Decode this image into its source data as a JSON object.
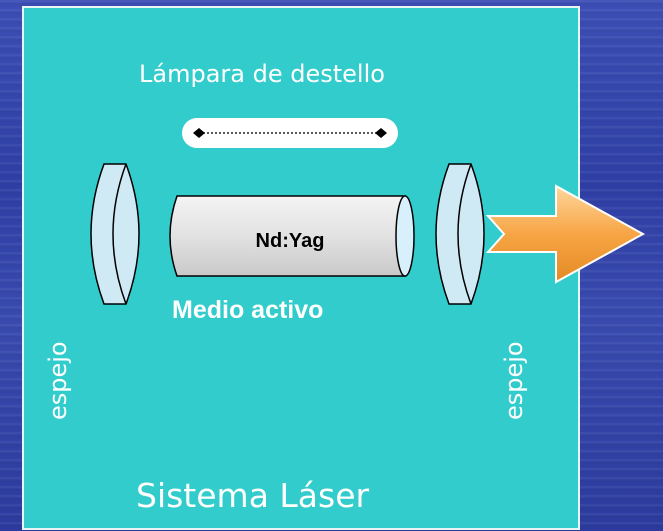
{
  "diagram": {
    "lamp_label": "Lámpara de destello",
    "rod_label": "Nd:Yag",
    "active_medium_label": "Medio activo",
    "left_mirror_label": "espejo",
    "right_mirror_label": "espejo",
    "system_label": "Sistema Láser"
  },
  "colors": {
    "panel": "#33cccc",
    "mirror": "#cfe9f5",
    "rod": "#e4e4e4",
    "beam": "#f7a545",
    "background": "#3444ad"
  }
}
